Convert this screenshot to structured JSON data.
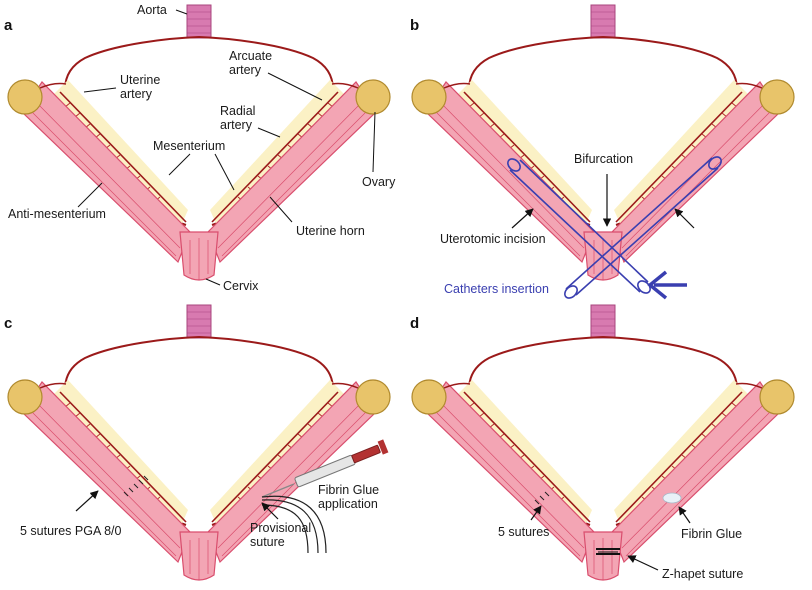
{
  "panels": {
    "a": {
      "letter": "a",
      "labels": {
        "aorta": "Aorta",
        "uterine_artery": "Uterine\nartery",
        "arcuate_artery": "Arcuate\nartery",
        "radial_artery": "Radial\nartery",
        "mesenterium": "Mesenterium",
        "ovary": "Ovary",
        "anti_mesenterium": "Anti-mesenterium",
        "uterine_horn": "Uterine horn",
        "cervix": "Cervix"
      }
    },
    "b": {
      "letter": "b",
      "labels": {
        "bifurcation": "Bifurcation",
        "uterotomic_incision": "Uterotomic incision",
        "catheters_insertion": "Catheters insertion"
      }
    },
    "c": {
      "letter": "c",
      "labels": {
        "sutures": "5 sutures PGA 8/0",
        "provisional_suture": "Provisional\nsuture",
        "fibrin_glue_application": "Fibrin Glue\napplication"
      }
    },
    "d": {
      "letter": "d",
      "labels": {
        "sutures": "5 sutures",
        "fibrin_glue": "Fibrin Glue",
        "z_hapet_suture": "Z-hapet suture"
      }
    }
  },
  "colors": {
    "horn_fill": "#f3a5b4",
    "horn_stroke": "#d94e6d",
    "mesentery": "#fbf1c5",
    "artery": "#9b1a1a",
    "ovary": "#e8c46a",
    "aorta": "#d87ab0",
    "catheter": "#3a3fb0",
    "ink": "#111111"
  }
}
